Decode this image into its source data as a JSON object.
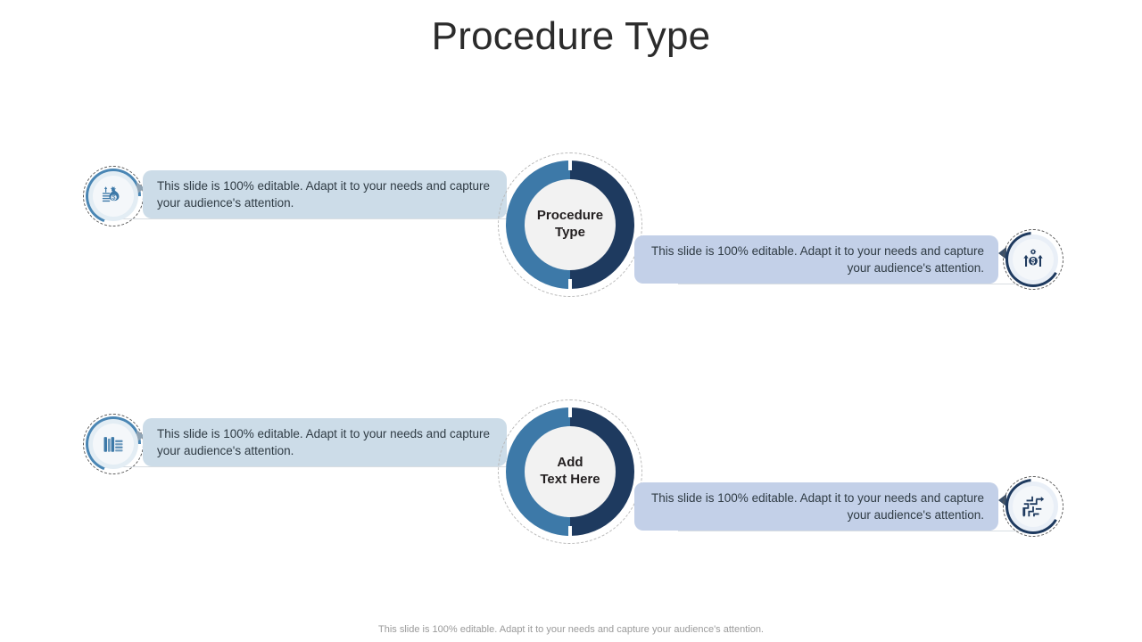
{
  "slide": {
    "title": "Procedure Type",
    "footer": "This slide is 100% editable. Adapt it to your needs and capture your audience's attention."
  },
  "theme": {
    "ring_left": "#3d79a8",
    "ring_right": "#1e3a5f",
    "hub_fill": "#f2f2f2",
    "left_box_fill": "#ccdce8",
    "right_box_fill": "#c3d0e8",
    "text_color": "#2f3b44",
    "title_color": "#2b2b2b",
    "footer_color": "#9a9a9a"
  },
  "hubs": [
    {
      "id": "hub-top",
      "label_line1": "Procedure",
      "label_line2": "Type"
    },
    {
      "id": "hub-bottom",
      "label_line1": "Add",
      "label_line2": "Text Here"
    }
  ],
  "callouts": [
    {
      "id": "callout-top-left",
      "side": "left",
      "icon": "money-bag-icon",
      "text": "This slide is 100% editable.  Adapt it to your needs and capture your audience's attention."
    },
    {
      "id": "callout-top-right",
      "side": "right",
      "icon": "gear-dollar-growth-icon",
      "text": "This slide is 100% editable.  Adapt it to your needs and capture your audience's attention."
    },
    {
      "id": "callout-bottom-left",
      "side": "left",
      "icon": "book-stack-icon",
      "text": "This slide is 100% editable.  Adapt it to your needs and capture your audience's attention."
    },
    {
      "id": "callout-bottom-right",
      "side": "right",
      "icon": "maze-arrow-icon",
      "text": "This slide is 100% editable.  Adapt it to your needs and capture your audience's attention."
    }
  ]
}
